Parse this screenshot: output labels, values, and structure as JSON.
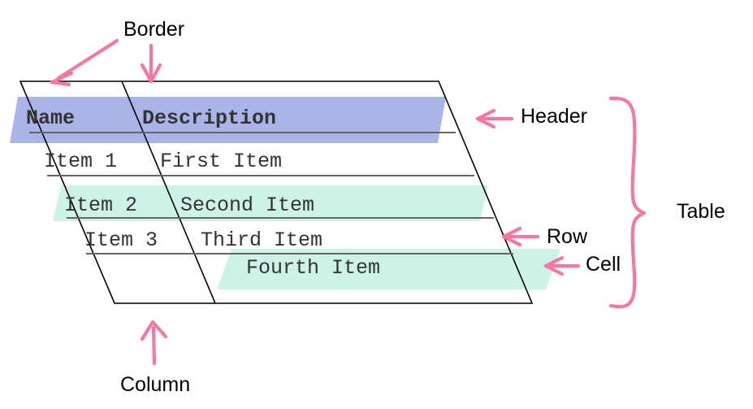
{
  "diagram": {
    "title": "Table anatomy diagram",
    "colors": {
      "header_band": "#aab4e8",
      "row_band": "#cdf3e8",
      "arrow_pink": "#f7789f",
      "outline": "#000000",
      "rule": "#666666",
      "text_dark": "#333333",
      "label_text": "#000000",
      "background": "#ffffff"
    }
  },
  "table": {
    "headers": [
      "Name",
      "Description"
    ],
    "rows": [
      [
        "Item 1",
        "First Item"
      ],
      [
        "Item 2",
        "Second Item"
      ],
      [
        "Item 3",
        "Third Item"
      ]
    ],
    "floating_cell": "Fourth Item"
  },
  "annotations": {
    "border": "Border",
    "header": "Header",
    "table": "Table",
    "row": "Row",
    "cell": "Cell",
    "column": "Column"
  },
  "icons": {
    "arrow_border_left": "arrow-down-left-icon",
    "arrow_border_down": "arrow-down-icon",
    "arrow_header": "arrow-left-icon",
    "arrow_row": "arrow-left-icon",
    "arrow_cell": "arrow-left-icon",
    "arrow_column": "arrow-up-icon",
    "brace_table": "curly-brace-icon"
  }
}
